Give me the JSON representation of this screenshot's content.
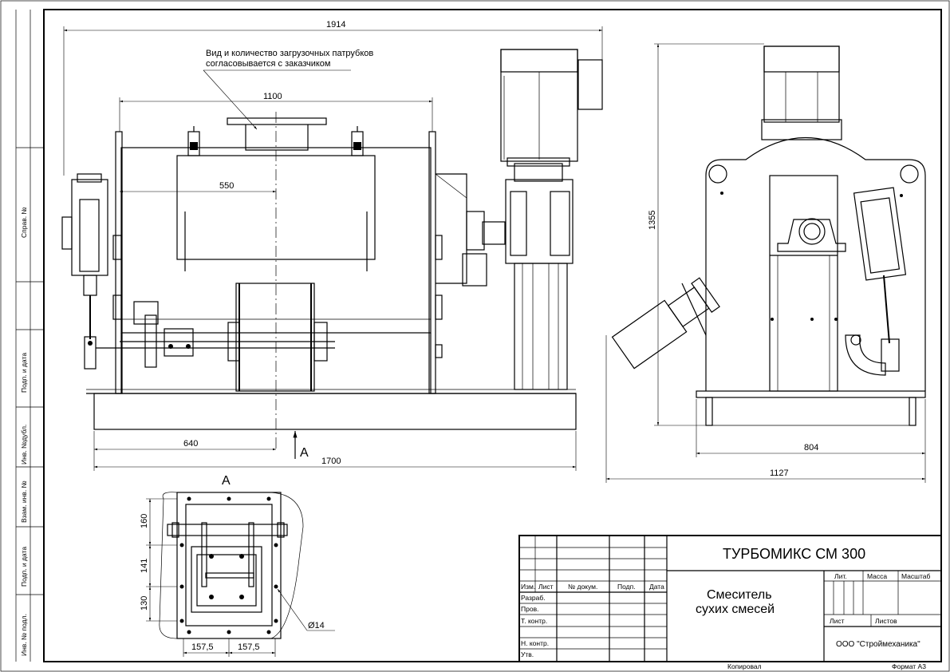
{
  "note": {
    "line1": "Вид и количество загрузочных патрубков",
    "line2": "согласовывается с заказчиком"
  },
  "front_view": {
    "dim_overall": "1914",
    "dim_body": "1100",
    "dim_half": "550",
    "dim_base": "1700",
    "dim_offset": "640",
    "view_arrow": "A"
  },
  "side_view": {
    "dim_height": "1355",
    "dim_frame": "804",
    "dim_total": "1127"
  },
  "detail_a": {
    "title": "A",
    "dim_v1": "160",
    "dim_v2": "141",
    "dim_v3": "130",
    "dim_h1": "157,5",
    "dim_h2": "157,5",
    "hole": "Ø14"
  },
  "left_strip": {
    "sprav": "Справ. №",
    "podp1": "Подп. и дата",
    "inv_dubl": "Инв. №дубл.",
    "vzam": "Взам. инв. №",
    "podp2": "Подп. и дата",
    "inv_podl": "Инв. № подл."
  },
  "title_block": {
    "designation": "ТУРБОМИКС СМ 300",
    "name_line1": "Смеситель",
    "name_line2": "сухих смесей",
    "lit": "Лит.",
    "massa": "Масса",
    "masshtab": "Масштаб",
    "list": "Лист",
    "listov": "Листов",
    "company": "ООО \"Строймеханика\"",
    "izm": "Изм.",
    "list_col": "Лист",
    "doc_no": "№ докум.",
    "podp": "Подп.",
    "data": "Дата",
    "razrab": "Разраб.",
    "prov": "Пров.",
    "t_kontr": "Т. контр.",
    "n_kontr": "Н. контр.",
    "utv": "Утв.",
    "kopiroval": "Копировал",
    "format": "Формат А3"
  }
}
